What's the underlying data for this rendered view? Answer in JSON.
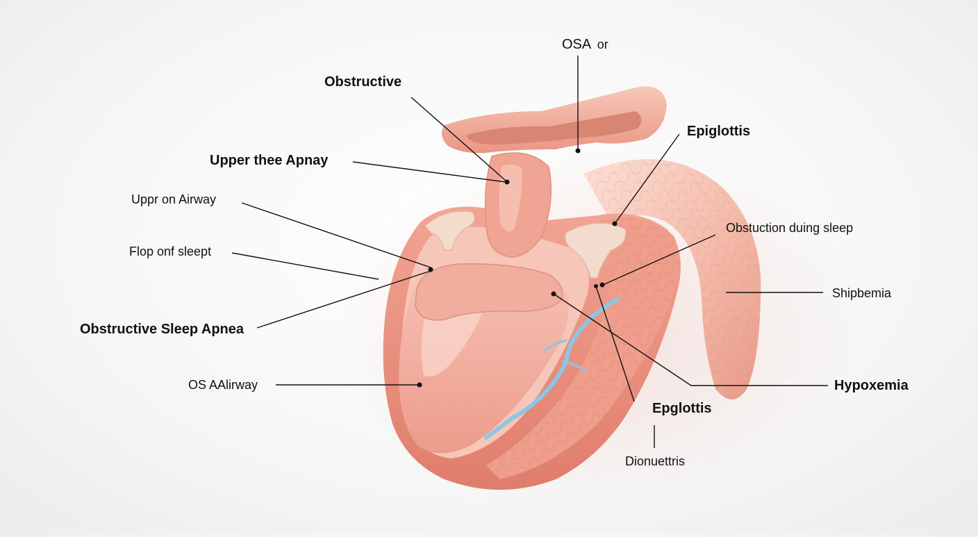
{
  "labels": {
    "osa_or": {
      "main": "OSA",
      "suffix": "or"
    },
    "obstructive": "Obstructive",
    "upper_thee_apnay": "Upper thee Apnay",
    "uppr_on_airway": "Uppr on Airway",
    "flop_onf_sleept": "Flop onf sleept",
    "obstructive_sleep_apnea": "Obstructive Sleep Apnea",
    "os_aalirway": "OS AAlirway",
    "epiglottis": "Epiglottis",
    "obstuction_during_sleep": "Obstuction duing sleep",
    "shipbemia": "Shipbemia",
    "hypoxemia": "Hypoxemia",
    "epglottis": "Epglottis",
    "dionuettris": "Dionuettris"
  },
  "colors": {
    "tissue_light": "#f8d3c6",
    "tissue_mid": "#ef9f8c",
    "tissue_dark": "#d9705f",
    "tongue": "#f3b1a3",
    "cartilage": "#f2dccb",
    "vessel": "#8cc6e6",
    "leader_line": "#111111"
  }
}
